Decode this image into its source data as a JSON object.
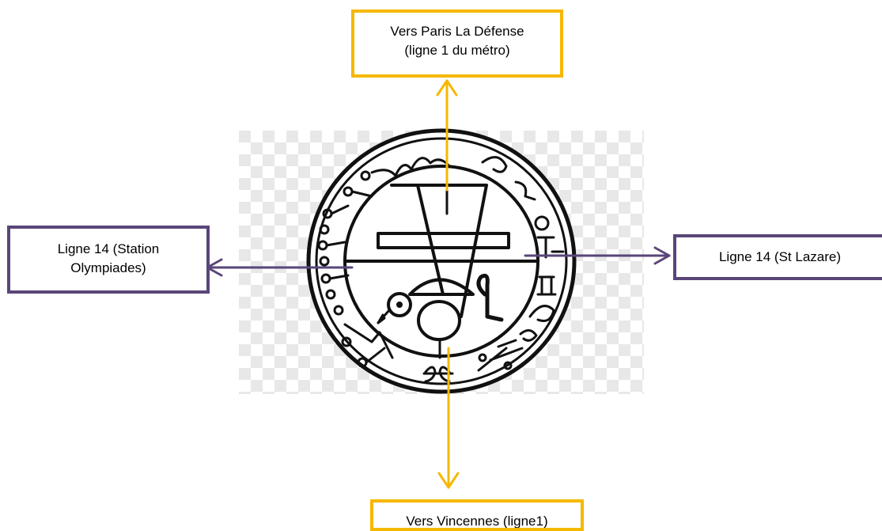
{
  "colors": {
    "yellow_arrow": "#F5B800",
    "purple_arrow": "#5A4679",
    "seal_ink": "#111111",
    "checker": "#e6e6e6"
  },
  "image": {
    "subject": "circular seal image with occult sigils on checkerboard background",
    "icon": "seal-icon"
  },
  "labels": {
    "top": {
      "line1": "Vers Paris La Défense",
      "line2": "(ligne 1 du métro)"
    },
    "left": {
      "line1": "Ligne 14 (Station",
      "line2": "Olympiades)"
    },
    "right": {
      "line1": "Ligne 14 (St Lazare)"
    },
    "bottom": {
      "line1": "Vers Vincennes (ligne1)"
    }
  }
}
